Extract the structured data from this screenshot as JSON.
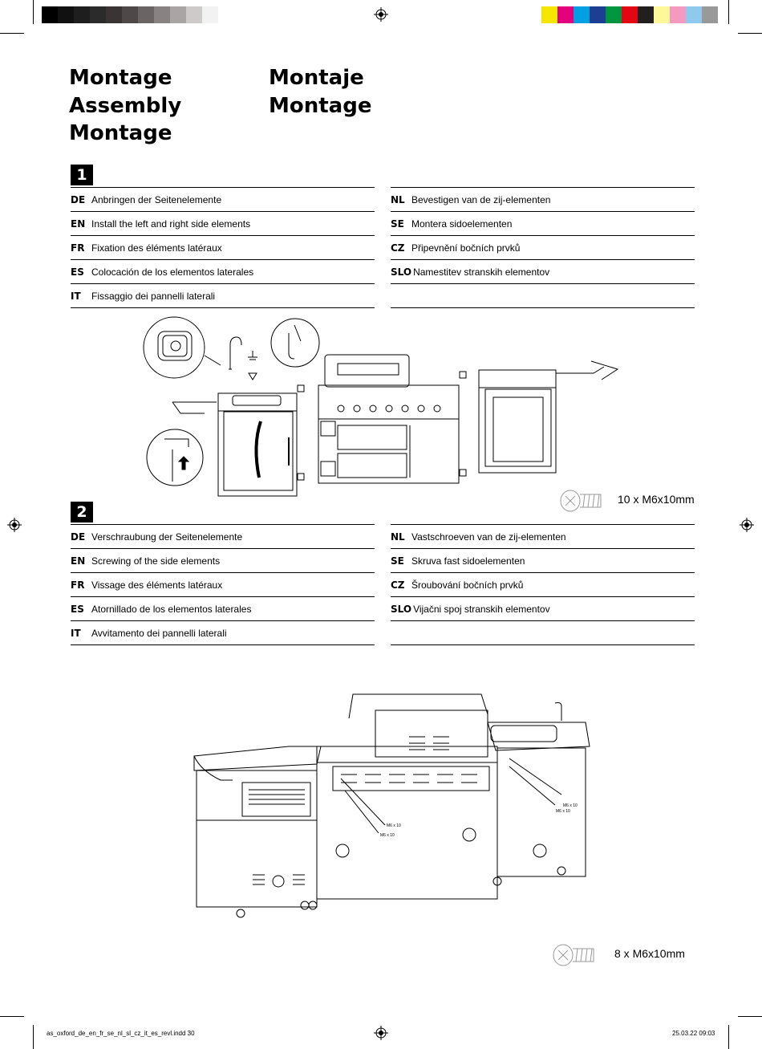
{
  "color_bar": {
    "gray_swatches": [
      "#000000",
      "#111111",
      "#1e1e1e",
      "#2b2b2b",
      "#3a3534",
      "#4f4848",
      "#6b6464",
      "#898282",
      "#aaa5a5",
      "#cfcaca",
      "#f2f2f2"
    ],
    "color_swatches": [
      "#f5e600",
      "#e4007d",
      "#00a0e3",
      "#1c3f94",
      "#00963f",
      "#e30613",
      "#231f20",
      "#fff799",
      "#f49ac1",
      "#8fcaee",
      "#999999"
    ]
  },
  "titles": {
    "col1": [
      "Montage",
      "Assembly",
      "Montage"
    ],
    "col2": [
      "Montaje",
      "Montage"
    ]
  },
  "step1": {
    "number": "1",
    "left": [
      {
        "code": "DE",
        "text": "Anbringen der Seitenelemente"
      },
      {
        "code": "EN",
        "text": "Install the left and right side elements"
      },
      {
        "code": "FR",
        "text": "Fixation des éléments latéraux"
      },
      {
        "code": "ES",
        "text": "Colocación de los elementos laterales"
      },
      {
        "code": "IT",
        "text": "Fissaggio dei pannelli laterali"
      }
    ],
    "right": [
      {
        "code": "NL",
        "text": "Bevestigen van de zij-elementen"
      },
      {
        "code": "SE",
        "text": "Montera sidoelementen"
      },
      {
        "code": "CZ",
        "text": "Připevnění bočních prvků"
      },
      {
        "code": "SLO",
        "text": "Namestitev stranskih elementov"
      }
    ],
    "screw_label": "10 x M6x10mm"
  },
  "step2": {
    "number": "2",
    "left": [
      {
        "code": "DE",
        "text": "Verschraubung der Seitenelemente"
      },
      {
        "code": "EN",
        "text": "Screwing of the side elements"
      },
      {
        "code": "FR",
        "text": "Vissage des éléments latéraux"
      },
      {
        "code": "ES",
        "text": "Atornillado de los elementos laterales"
      },
      {
        "code": "IT",
        "text": "Avvitamento dei pannelli laterali"
      }
    ],
    "right": [
      {
        "code": "NL",
        "text": "Vastschroeven van de zij-elementen"
      },
      {
        "code": "SE",
        "text": "Skruva fast sidoelementen"
      },
      {
        "code": "CZ",
        "text": "Šroubování bočních prvků"
      },
      {
        "code": "SLO",
        "text": "Vijačni spoj stranskih elementov"
      }
    ],
    "screw_label": "8 x M6x10mm",
    "callouts": [
      "M6 x 10",
      "M6 x 10",
      "M6 x 10",
      "M6 x 10"
    ]
  },
  "footer": {
    "filename": "as_oxford_de_en_fr_se_nl_sl_cz_it_es_revl.indd   30",
    "timestamp": "25.03.22   09:03"
  }
}
